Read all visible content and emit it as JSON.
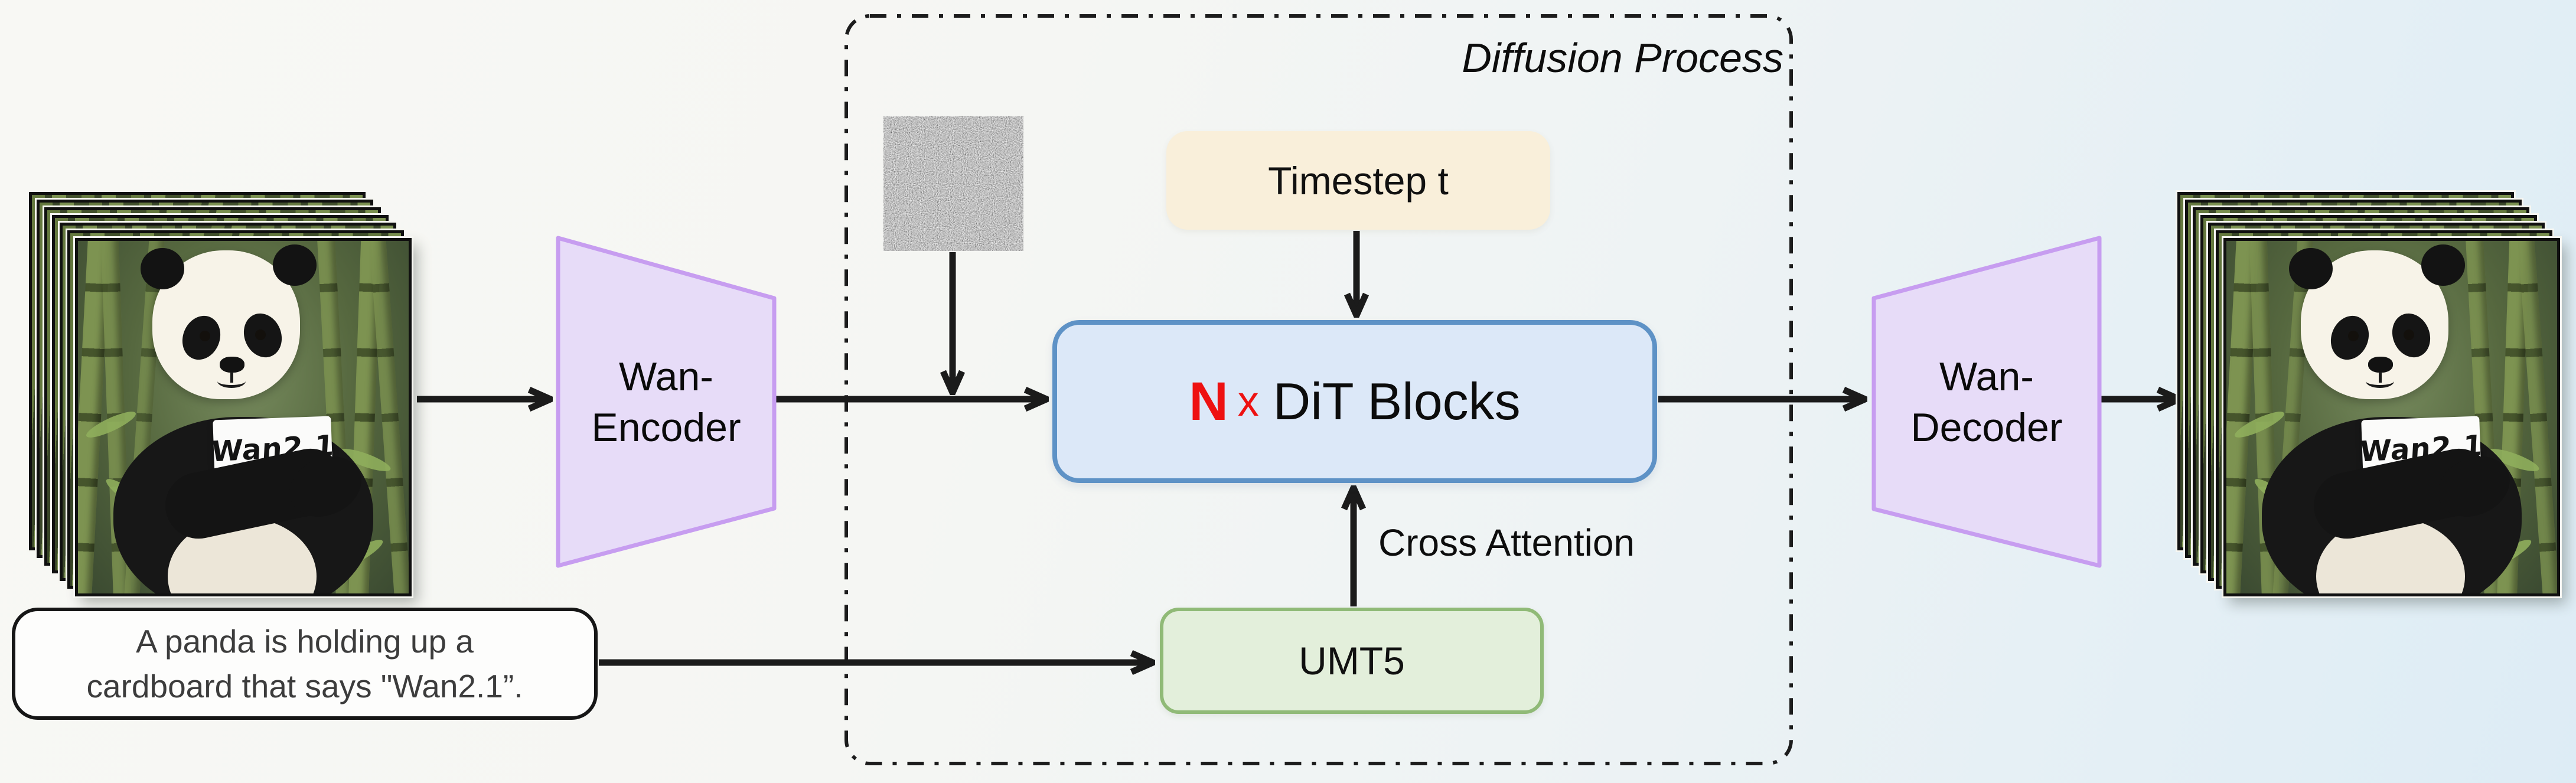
{
  "diffusion_box": {
    "title": "Diffusion Process"
  },
  "nodes": {
    "encoder": {
      "line1": "Wan-",
      "line2": "Encoder"
    },
    "decoder": {
      "line1": "Wan-",
      "line2": "Decoder"
    },
    "dit": {
      "n": "N",
      "times": "x",
      "label": "DiT Blocks"
    },
    "timestep": {
      "label": "Timestep t"
    },
    "umt5": {
      "label": "UMT5"
    },
    "cross_attention_label": "Cross Attention",
    "prompt": {
      "line1": "A panda is holding up a",
      "line2": "cardboard that says \"Wan2.1”."
    }
  },
  "panda": {
    "sign_text": "Wan2.1"
  },
  "colors": {
    "dit_fill": "#dce8f8",
    "dit_border": "#5e92c6",
    "dit_accent_red": "#ee1111",
    "timestep_fill": "#f9efda",
    "umt5_fill": "#e3efdb",
    "umt5_border": "#90ba77",
    "vae_fill": "#e7dcf8",
    "vae_border": "#c79df0",
    "arrow": "#1b1b1b",
    "background_left": "#f8f8f4",
    "background_right": "#ddecf5"
  }
}
